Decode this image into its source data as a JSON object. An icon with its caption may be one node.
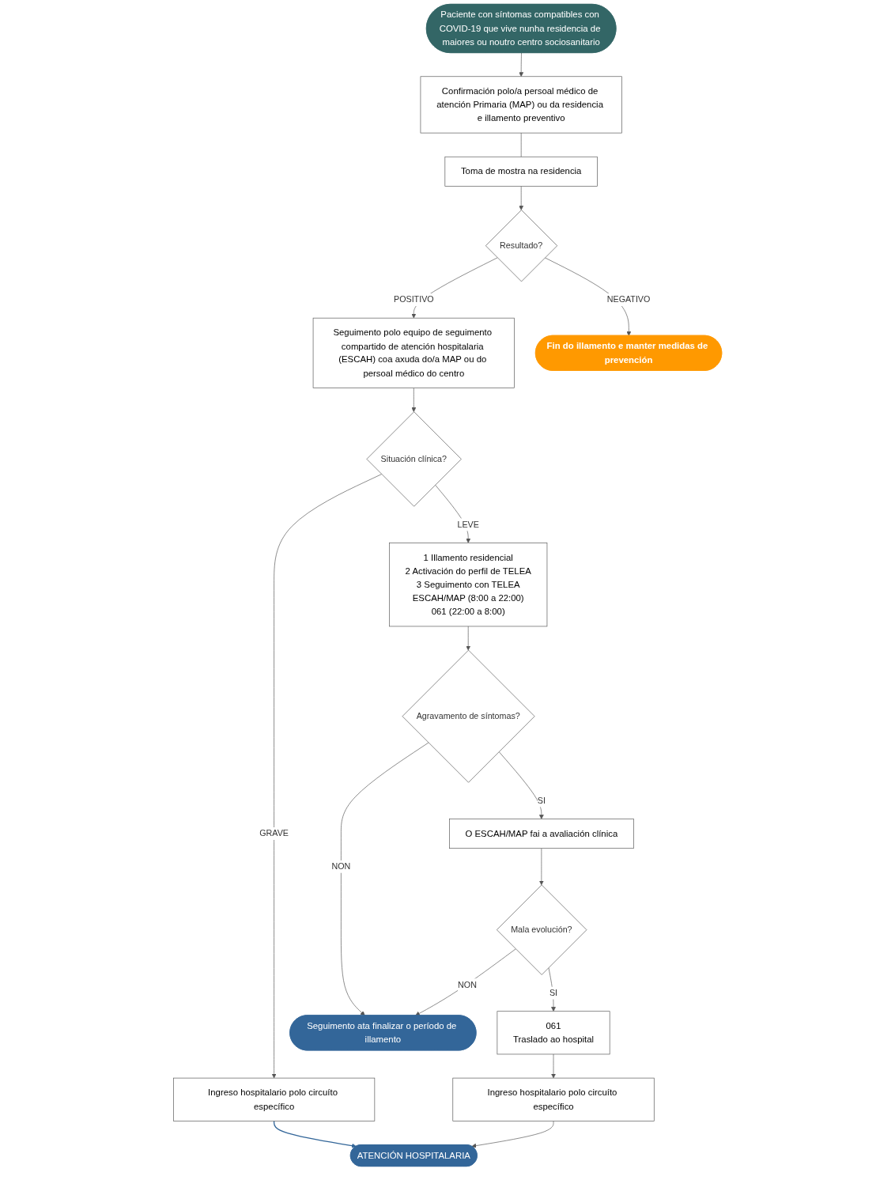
{
  "diagram": {
    "nodes": [
      {
        "text": [
          "Paciente con síntomas compatibles con COVID-19 que vive nunha residencia de maiores ou noutro centro sociosanitario"
        ]
      },
      {
        "text": [
          "Confirmación polo/a persoal médico de atención Primaria (MAP) ou da residencia e illamento preventivo"
        ]
      },
      {
        "text": [
          "Toma de mostra na residencia"
        ]
      },
      {
        "text": [
          "Resultado?"
        ]
      },
      {
        "text": [
          "Seguimento polo equipo de seguimento compartido de atención hospitalaria (ESCAH) coa axuda do/a MAP ou do persoal médico do centro"
        ]
      },
      {
        "text": [
          "Fin do illamento e manter medidas de prevención"
        ]
      },
      {
        "text": [
          "Situación clínica?"
        ]
      },
      {
        "text": [
          "Ingreso hospitalario polo circuíto específico"
        ]
      },
      {
        "text": [
          "1 Illamento residencial",
          "2 Activación do perfil de TELEA",
          "3 Seguimento con TELEA",
          "ESCAH/MAP (8:00 a 22:00)",
          "061 (22:00 a 8:00)"
        ]
      },
      {
        "text": [
          "ATENCIÓN HOSPITALARIA"
        ]
      },
      {
        "text": [
          "Agravamento de síntomas?"
        ]
      },
      {
        "text": [
          "Ingreso hospitalario polo circuíto específico"
        ]
      },
      {
        "text": [
          "061",
          "Traslado ao hospital"
        ]
      },
      {
        "text": [
          "O ESCAH/MAP fai a avaliación clínica"
        ]
      },
      {
        "text": [
          "Mala evolución?"
        ]
      },
      {
        "text": [
          "Seguimento ata finalizar o período de illamento"
        ]
      }
    ],
    "edges": [
      {
        "from": 0,
        "to": 1,
        "arrow": "to"
      },
      {
        "from": 1,
        "to": 2,
        "arrow": "none"
      },
      {
        "from": 2,
        "to": 3,
        "arrow": "to"
      },
      {
        "from": 3,
        "to": 4,
        "arrow": "to",
        "label": "POSITIVO"
      },
      {
        "from": 3,
        "to": 5,
        "arrow": "to",
        "label": "NEGATIVO"
      },
      {
        "from": 4,
        "to": 6,
        "arrow": "to"
      },
      {
        "from": 6,
        "to": 7,
        "arrow": "to",
        "label": "GRAVE"
      },
      {
        "from": 6,
        "to": 8,
        "arrow": "to",
        "label": "LEVE"
      },
      {
        "from": 7,
        "to": 9,
        "arrow": "to",
        "color": "#336699"
      },
      {
        "from": 8,
        "to": 10,
        "arrow": "to"
      },
      {
        "from": 10,
        "to": 13,
        "arrow": "to",
        "label": "SI"
      },
      {
        "from": 10,
        "to": 15,
        "arrow": "to",
        "label": "NON"
      },
      {
        "from": 13,
        "to": 14,
        "arrow": "to"
      },
      {
        "from": 14,
        "to": 12,
        "arrow": "to",
        "label": "SI"
      },
      {
        "from": 12,
        "to": 11,
        "arrow": "to"
      },
      {
        "from": 11,
        "to": 9,
        "arrow": "to"
      },
      {
        "from": 14,
        "to": 15,
        "arrow": "to",
        "label": "NON"
      }
    ]
  }
}
